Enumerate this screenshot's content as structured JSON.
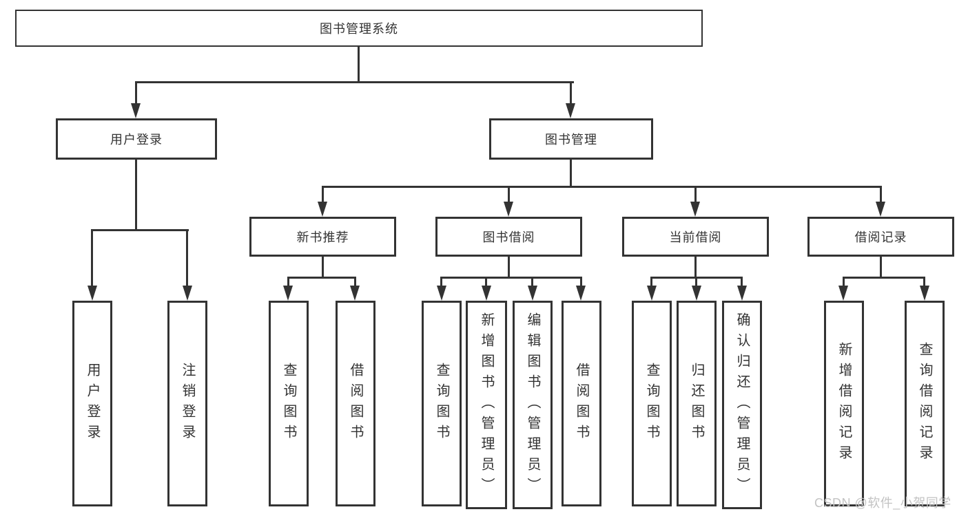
{
  "diagram": {
    "tree": {
      "label": "图书管理系统",
      "children": [
        {
          "label": "用户登录",
          "children": [
            {
              "label": "用户登录"
            },
            {
              "label": "注销登录"
            }
          ]
        },
        {
          "label": "图书管理",
          "children": [
            {
              "label": "新书推荐",
              "children": [
                {
                  "label": "查询图书"
                },
                {
                  "label": "借阅图书"
                }
              ]
            },
            {
              "label": "图书借阅",
              "children": [
                {
                  "label": "查询图书"
                },
                {
                  "label": "新增图书（管理员）"
                },
                {
                  "label": "编辑图书（管理员）"
                },
                {
                  "label": "借阅图书"
                }
              ]
            },
            {
              "label": "当前借阅",
              "children": [
                {
                  "label": "查询图书"
                },
                {
                  "label": "归还图书"
                },
                {
                  "label": "确认归还（管理员）"
                }
              ]
            },
            {
              "label": "借阅记录",
              "children": [
                {
                  "label": "新增借阅记录"
                },
                {
                  "label": "查询借阅记录"
                }
              ]
            }
          ]
        }
      ]
    },
    "colors": {
      "line": "#333333",
      "box_border": "#333333",
      "text": "#333333",
      "background": "#ffffff",
      "watermark": "#c3c3c3"
    }
  },
  "watermark": {
    "text": "CSDN @软件_小贺同学"
  }
}
